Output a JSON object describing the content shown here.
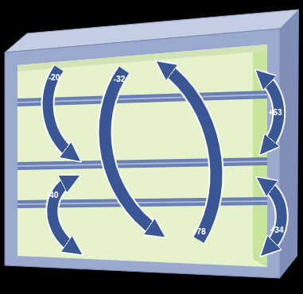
{
  "diagram": {
    "labels": [
      "-20",
      "-32",
      "+63",
      "-40",
      "+78",
      "+34"
    ]
  }
}
